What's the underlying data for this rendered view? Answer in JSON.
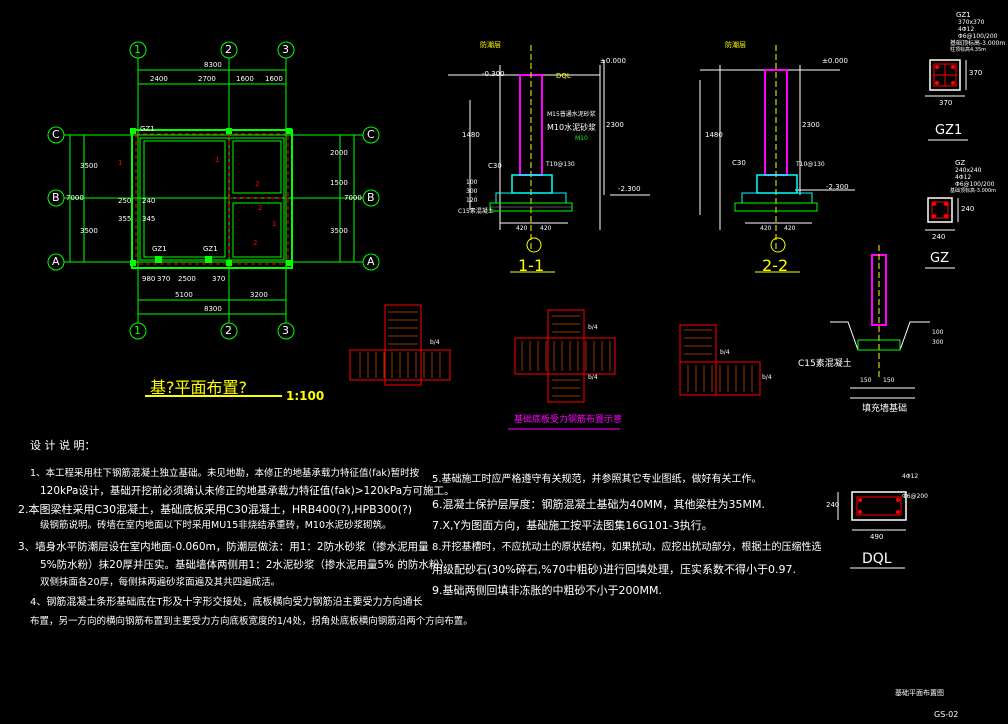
{
  "plan": {
    "axes_top": [
      "1",
      "2",
      "3"
    ],
    "axes_side": [
      "C",
      "B",
      "A"
    ],
    "dim_total_top": "8300",
    "dim_top_segments": [
      "2400",
      "2700",
      "1600",
      "1600"
    ],
    "dim_total_bottom": "8300",
    "dim_bottom_segments": [
      "5100",
      "3200"
    ],
    "dim_bottom_inner": [
      "980",
      "370",
      "2500",
      "370"
    ],
    "dim_left_total": "7000",
    "dim_left_segments": [
      "3500",
      "3500"
    ],
    "dim_right_segments": [
      "2000",
      "1500",
      "3500"
    ],
    "dim_right_total": "7000",
    "labels": {
      "gz1_top": "GZ1",
      "gz1_b1": "GZ1",
      "gz1_b2": "GZ1",
      "d250": "250",
      "d240": "240",
      "d355": "355",
      "d345": "345"
    },
    "title": "基?平面布置?",
    "scale": "1:100"
  },
  "section1": {
    "title": "1-1",
    "label_fcl": "防潮层",
    "elev_top": "±0.000",
    "elev_low": "-0.300",
    "elev_bottom": "-2.300",
    "dql": "DQL",
    "note1": "M15普通水泥砂浆",
    "note2": "M10水泥砂浆",
    "c30": "C30",
    "c15": "C15素混凝土",
    "rebar": "T10@130",
    "dims": [
      "1480",
      "2300",
      "100",
      "300",
      "120"
    ],
    "bottom_dims": [
      "420",
      "420"
    ]
  },
  "section2": {
    "title": "2-2",
    "label_fcl": "防潮层",
    "elev_top": "±0.000",
    "elev_bottom": "-2.300",
    "c30": "C30",
    "rebar": "T10@130",
    "dims": [
      "1480",
      "2300"
    ],
    "bottom_dims": [
      "420",
      "420"
    ]
  },
  "gz1": {
    "title": "GZ1",
    "spec": [
      "GZ1",
      "370x370",
      "4Φ12",
      "Φ6@100/200",
      "基础顶标高-3.000m",
      "柱顶标高4.35m"
    ],
    "dim_w": "370",
    "dim_h": "370"
  },
  "gz": {
    "title": "GZ",
    "spec": [
      "GZ",
      "240x240",
      "4Φ12",
      "Φ6@100/200",
      "基础顶标高-3.000m"
    ],
    "dim_w": "240",
    "dim_h": "240"
  },
  "rebar_title": "基础底板受力钢筋布置示意",
  "rebar_labels": [
    "b/4",
    "b/4",
    "b/4",
    "b/4",
    "b/4"
  ],
  "fill_wall": {
    "title": "填充墙基础",
    "c15": "C15素混凝土",
    "dims": [
      "150",
      "150",
      "100",
      "300"
    ]
  },
  "dql": {
    "title": "DQL",
    "top": "4Φ12",
    "stirrup": "Φ6@200",
    "width": "490",
    "height": "240"
  },
  "notes_title": "设 计 说 明：",
  "notes": [
    "1、本工程采用柱下钢筋混凝土独立基础。未见地勘，本修正的地基承载力特征值(fak)暂时按",
    "120kPa设计，基础开挖前必须确认未修正的地基承载力特征值(fak)>120kPa方可施工。",
    "2.本图梁柱采用C30混凝土，基础底板采用C30混凝土，HRB400(?),HPB300(?)",
    "级钢筋说明。砖墙在室内地面以下时采用MU15非烧结承重砖，M10水泥砂浆砌筑。",
    "3、墙身水平防潮层设在室内地面-0.060m，防潮层做法：用1：2防水砂浆（掺水泥用量",
    "5%防水粉）抹20厚并压实。基础墙体两侧用1：2水泥砂浆（掺水泥用量5% 的防水粉）",
    "双侧抹面各20厚，每侧抹两遍砂浆面遍及其共四遍成活。",
    "4、钢筋混凝土条形基础底在T形及十字形交接处，底板横向受力钢筋沿主要受力方向通长",
    "布置，另一方向的横向钢筋布置到主要受力方向底板宽度的1/4处，拐角处底板横向钢筋沿两个方向布置。",
    "5.基础施工时应严格遵守有关规范，并参照其它专业图纸，做好有关工作。",
    "6.混凝土保护层厚度：钢筋混凝土基础为40MM，其他梁柱为35MM.",
    "7.X,Y为图面方向，基础施工按平法图集16G101-3执行。",
    "8.开挖基槽时，不应扰动土的原状结构，如果扰动，应挖出扰动部分，根据土的压缩性选",
    "用级配砂石(30%碎石,%70中粗砂)进行回填处理，压实系数不得小于0.97.",
    "9.基础两侧回填非冻胀的中粗砂不小于200MM."
  ],
  "footer": {
    "drawing_name": "基础平面布置图",
    "code": "GS-02"
  }
}
